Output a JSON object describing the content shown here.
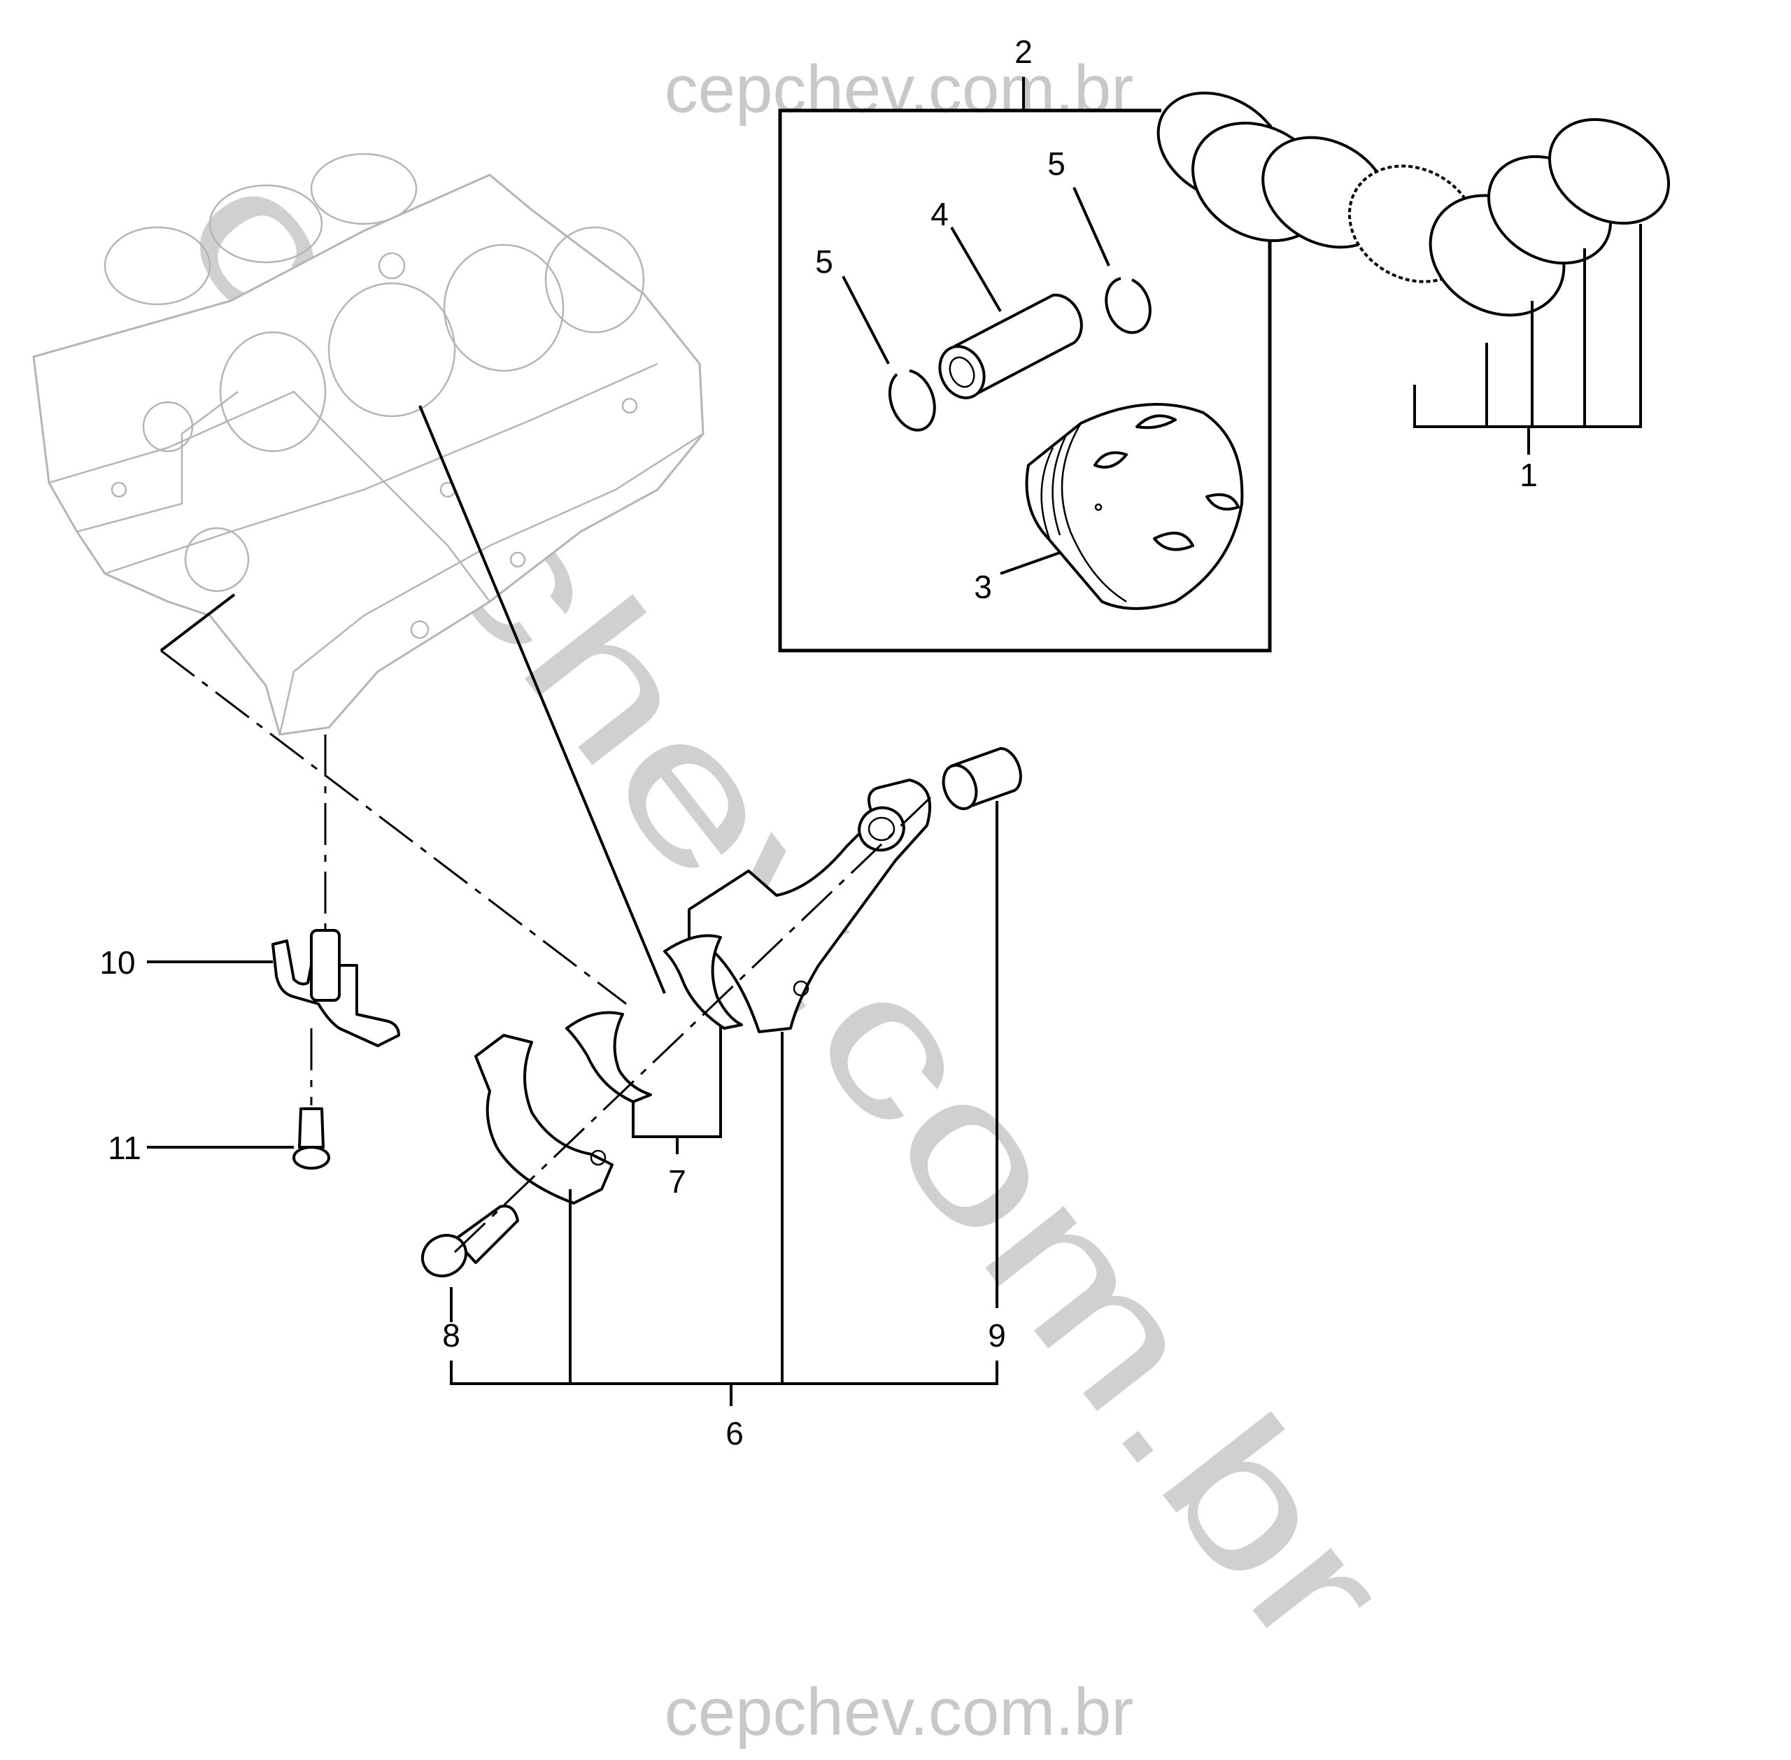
{
  "watermark": {
    "top": "cepchev.com.br",
    "diagonal": "cepchev.com.br",
    "bottom": "cepchev.com.br"
  },
  "callouts": {
    "c1": "1",
    "c2": "2",
    "c3": "3",
    "c4": "4",
    "c5a": "5",
    "c5b": "5",
    "c6": "6",
    "c7": "7",
    "c8": "8",
    "c9": "9",
    "c10": "10",
    "c11": "11"
  }
}
